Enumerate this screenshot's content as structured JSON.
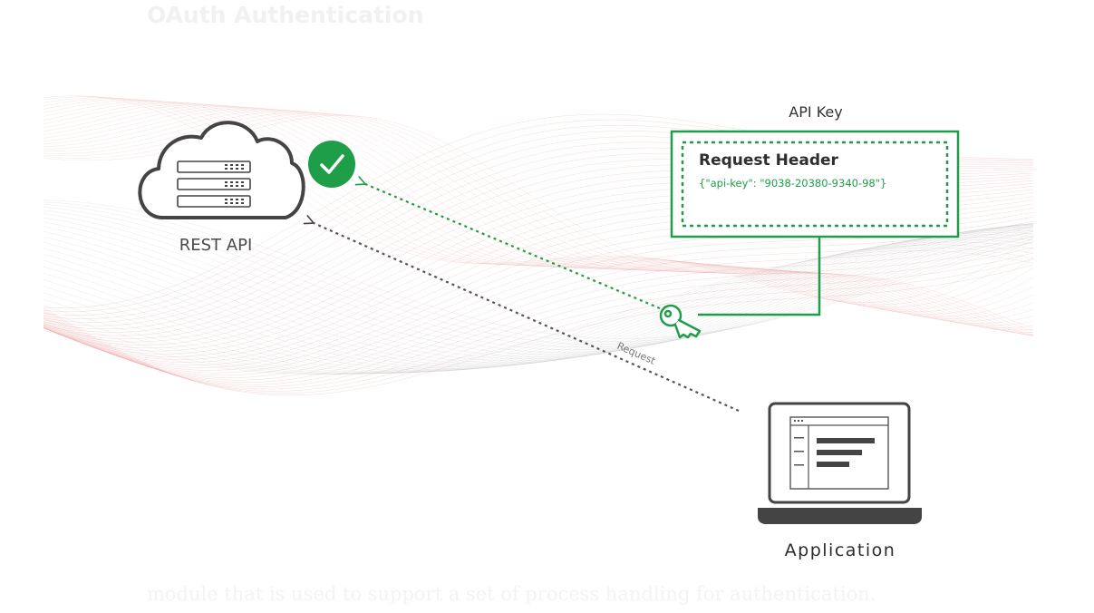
{
  "page": {
    "heading": "OAuth Authentication",
    "caption": "module that is used to support a set of process handling for authentication."
  },
  "diagram": {
    "server_label": "REST API",
    "api_key_label": "API Key",
    "header_title": "Request Header",
    "header_value": "{\"api-key\": \"9038-20380-9340-98\"}",
    "request_label": "Request",
    "client_label": "Application"
  },
  "colors": {
    "accent_green": "#1f9e49",
    "dark_gray": "#444444",
    "wave_red": "#e58a8a",
    "wave_gray": "#9a9a9a"
  },
  "icons": {
    "server": "cloud-server-icon",
    "success": "checkmark-icon",
    "key": "key-icon",
    "client": "laptop-icon"
  }
}
